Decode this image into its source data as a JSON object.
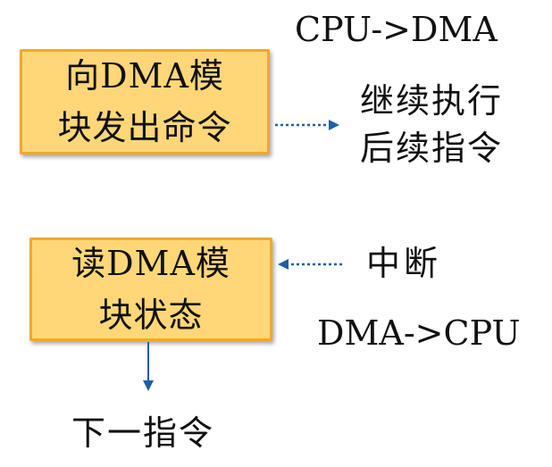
{
  "diagram": {
    "label_cpu_to_dma": "CPU->DMA",
    "box_send_command": {
      "line1": "向DMA模",
      "line2": "块发出命令"
    },
    "continue_text": {
      "line1": "继续执行",
      "line2": "后续指令"
    },
    "box_read_status": {
      "line1": "读DMA模",
      "line2": "块状态"
    },
    "interrupt_text": "中断",
    "label_dma_to_cpu": "DMA->CPU",
    "next_instruction": "下一指令"
  },
  "colors": {
    "box_fill": "#ffd778",
    "box_border": "#f0a92a",
    "arrow": "#1f5fa8"
  }
}
